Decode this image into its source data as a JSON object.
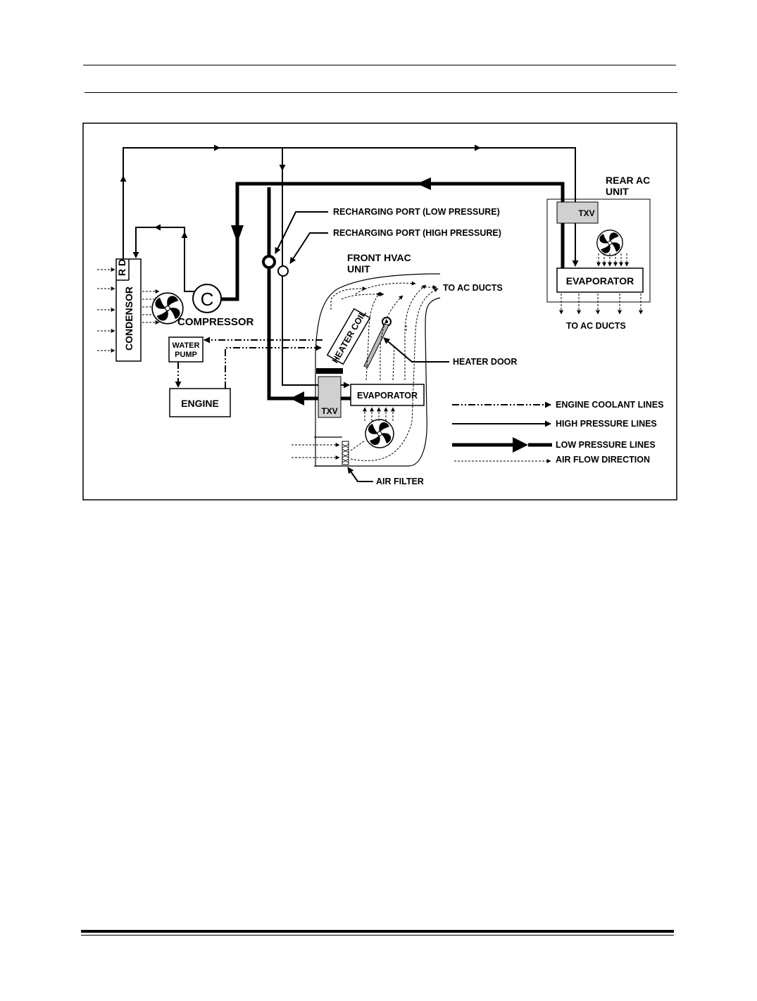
{
  "labels": {
    "rear_ac_unit_1": "REAR AC",
    "rear_ac_unit_2": "UNIT",
    "txv": "TXV",
    "rear_evaporator": "EVAPORATOR",
    "to_ac_ducts": "TO AC DUCTS",
    "recharging_port_low": "RECHARGING PORT (LOW PRESSURE)",
    "recharging_port_high": "RECHARGING PORT (HIGH PRESSURE)",
    "front_hvac_unit_1": "FRONT HVAC",
    "front_hvac_unit_2": "UNIT",
    "rd": "R D",
    "condensor": "CONDENSOR",
    "compressor_symbol": "C",
    "compressor": "COMPRESSOR",
    "heater_coil": "HEATER COIL",
    "heater_door": "HEATER DOOR",
    "water_pump_1": "WATER",
    "water_pump_2": "PUMP",
    "engine": "ENGINE",
    "front_evaporator": "EVAPORATOR",
    "air_filter": "AIR FILTER"
  },
  "legend": [
    {
      "style": "dash-dot",
      "label": "ENGINE COOLANT LINES"
    },
    {
      "style": "thin",
      "label": "HIGH PRESSURE LINES"
    },
    {
      "style": "thick",
      "label": "LOW PRESSURE LINES"
    },
    {
      "style": "dashed",
      "label": "AIR FLOW DIRECTION"
    }
  ],
  "icons": {
    "fan": "fan-icon"
  }
}
